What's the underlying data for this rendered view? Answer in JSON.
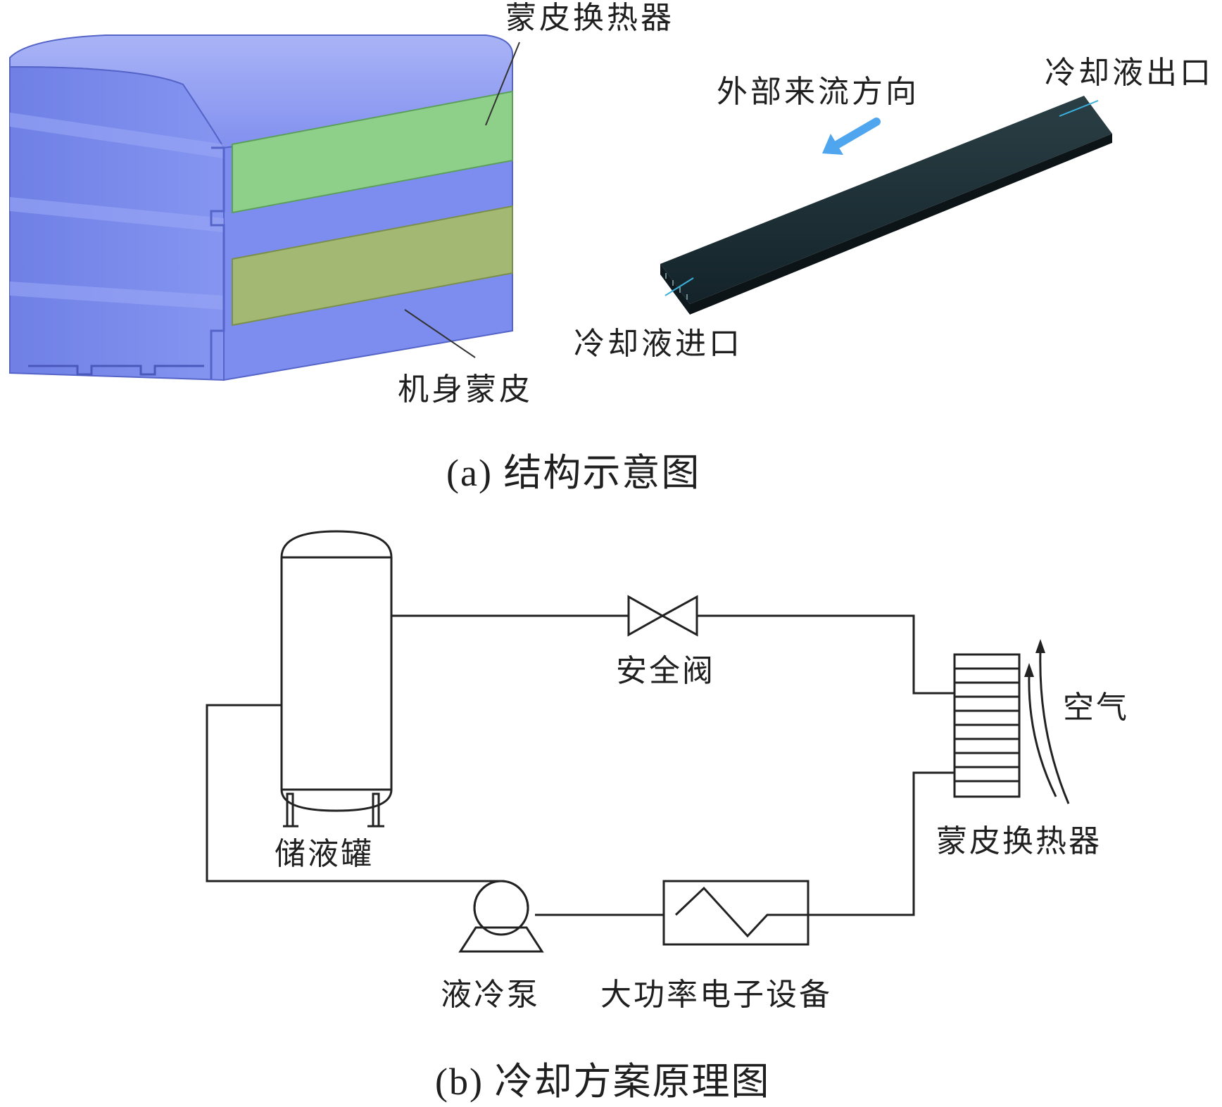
{
  "panel_a": {
    "caption": "(a)  结构示意图",
    "labels": {
      "skin_heat_exchanger": "蒙皮换热器",
      "fuselage_skin": "机身蒙皮",
      "external_flow_direction": "外部来流方向",
      "coolant_outlet": "冷却液出口",
      "coolant_inlet": "冷却液进口"
    },
    "colors": {
      "fuselage": "#7f8ff0",
      "exchanger_top": "#8ed08a",
      "exchanger_bottom": "#a3b872",
      "cold_plate": "#1d2f33",
      "flow_arrow": "#4fa6ee"
    }
  },
  "panel_b": {
    "caption": "(b)  冷却方案原理图",
    "labels": {
      "storage_tank": "储液罐",
      "safety_valve": "安全阀",
      "skin_heat_exchanger": "蒙皮换热器",
      "air": "空气",
      "pump": "液冷泵",
      "electronics": "大功率电子设备"
    }
  }
}
